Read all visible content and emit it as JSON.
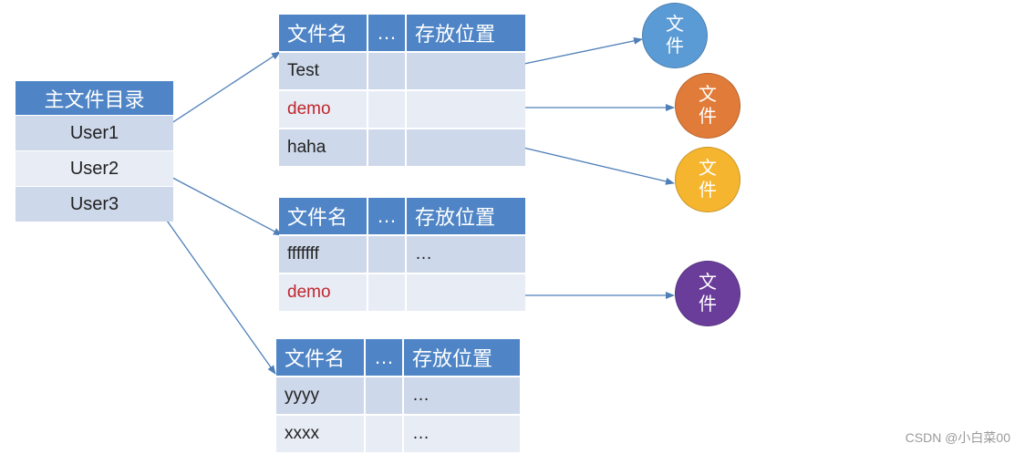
{
  "main_directory": {
    "title": "主文件目录",
    "users": [
      "User1",
      "User2",
      "User3"
    ]
  },
  "user_directories": [
    {
      "headers": [
        "文件名",
        "…",
        "存放位置"
      ],
      "rows": [
        {
          "name": "Test",
          "dots": "",
          "location": ""
        },
        {
          "name": "demo",
          "dots": "",
          "location": ""
        },
        {
          "name": "haha",
          "dots": "",
          "location": ""
        }
      ]
    },
    {
      "headers": [
        "文件名",
        "…",
        "存放位置"
      ],
      "rows": [
        {
          "name": "fffffff",
          "dots": "",
          "location": "…"
        },
        {
          "name": "demo",
          "dots": "",
          "location": ""
        }
      ]
    },
    {
      "headers": [
        "文件名",
        "…",
        "存放位置"
      ],
      "rows": [
        {
          "name": "yyyy",
          "dots": "",
          "location": "…"
        },
        {
          "name": "xxxx",
          "dots": "",
          "location": "…"
        }
      ]
    }
  ],
  "files": [
    {
      "line1": "文",
      "line2": "件",
      "color": "#5b9bd5"
    },
    {
      "line1": "文",
      "line2": "件",
      "color": "#e07b39"
    },
    {
      "line1": "文",
      "line2": "件",
      "color": "#f5b52e"
    },
    {
      "line1": "文",
      "line2": "件",
      "color": "#6a3d9a"
    }
  ],
  "colors": {
    "header": "#4f85c6",
    "row_dark": "#cdd8ea",
    "row_light": "#e7ecf5",
    "arrow": "#4f7fb8",
    "highlight_text": "#c0272d"
  },
  "watermark": "CSDN @小白菜00"
}
